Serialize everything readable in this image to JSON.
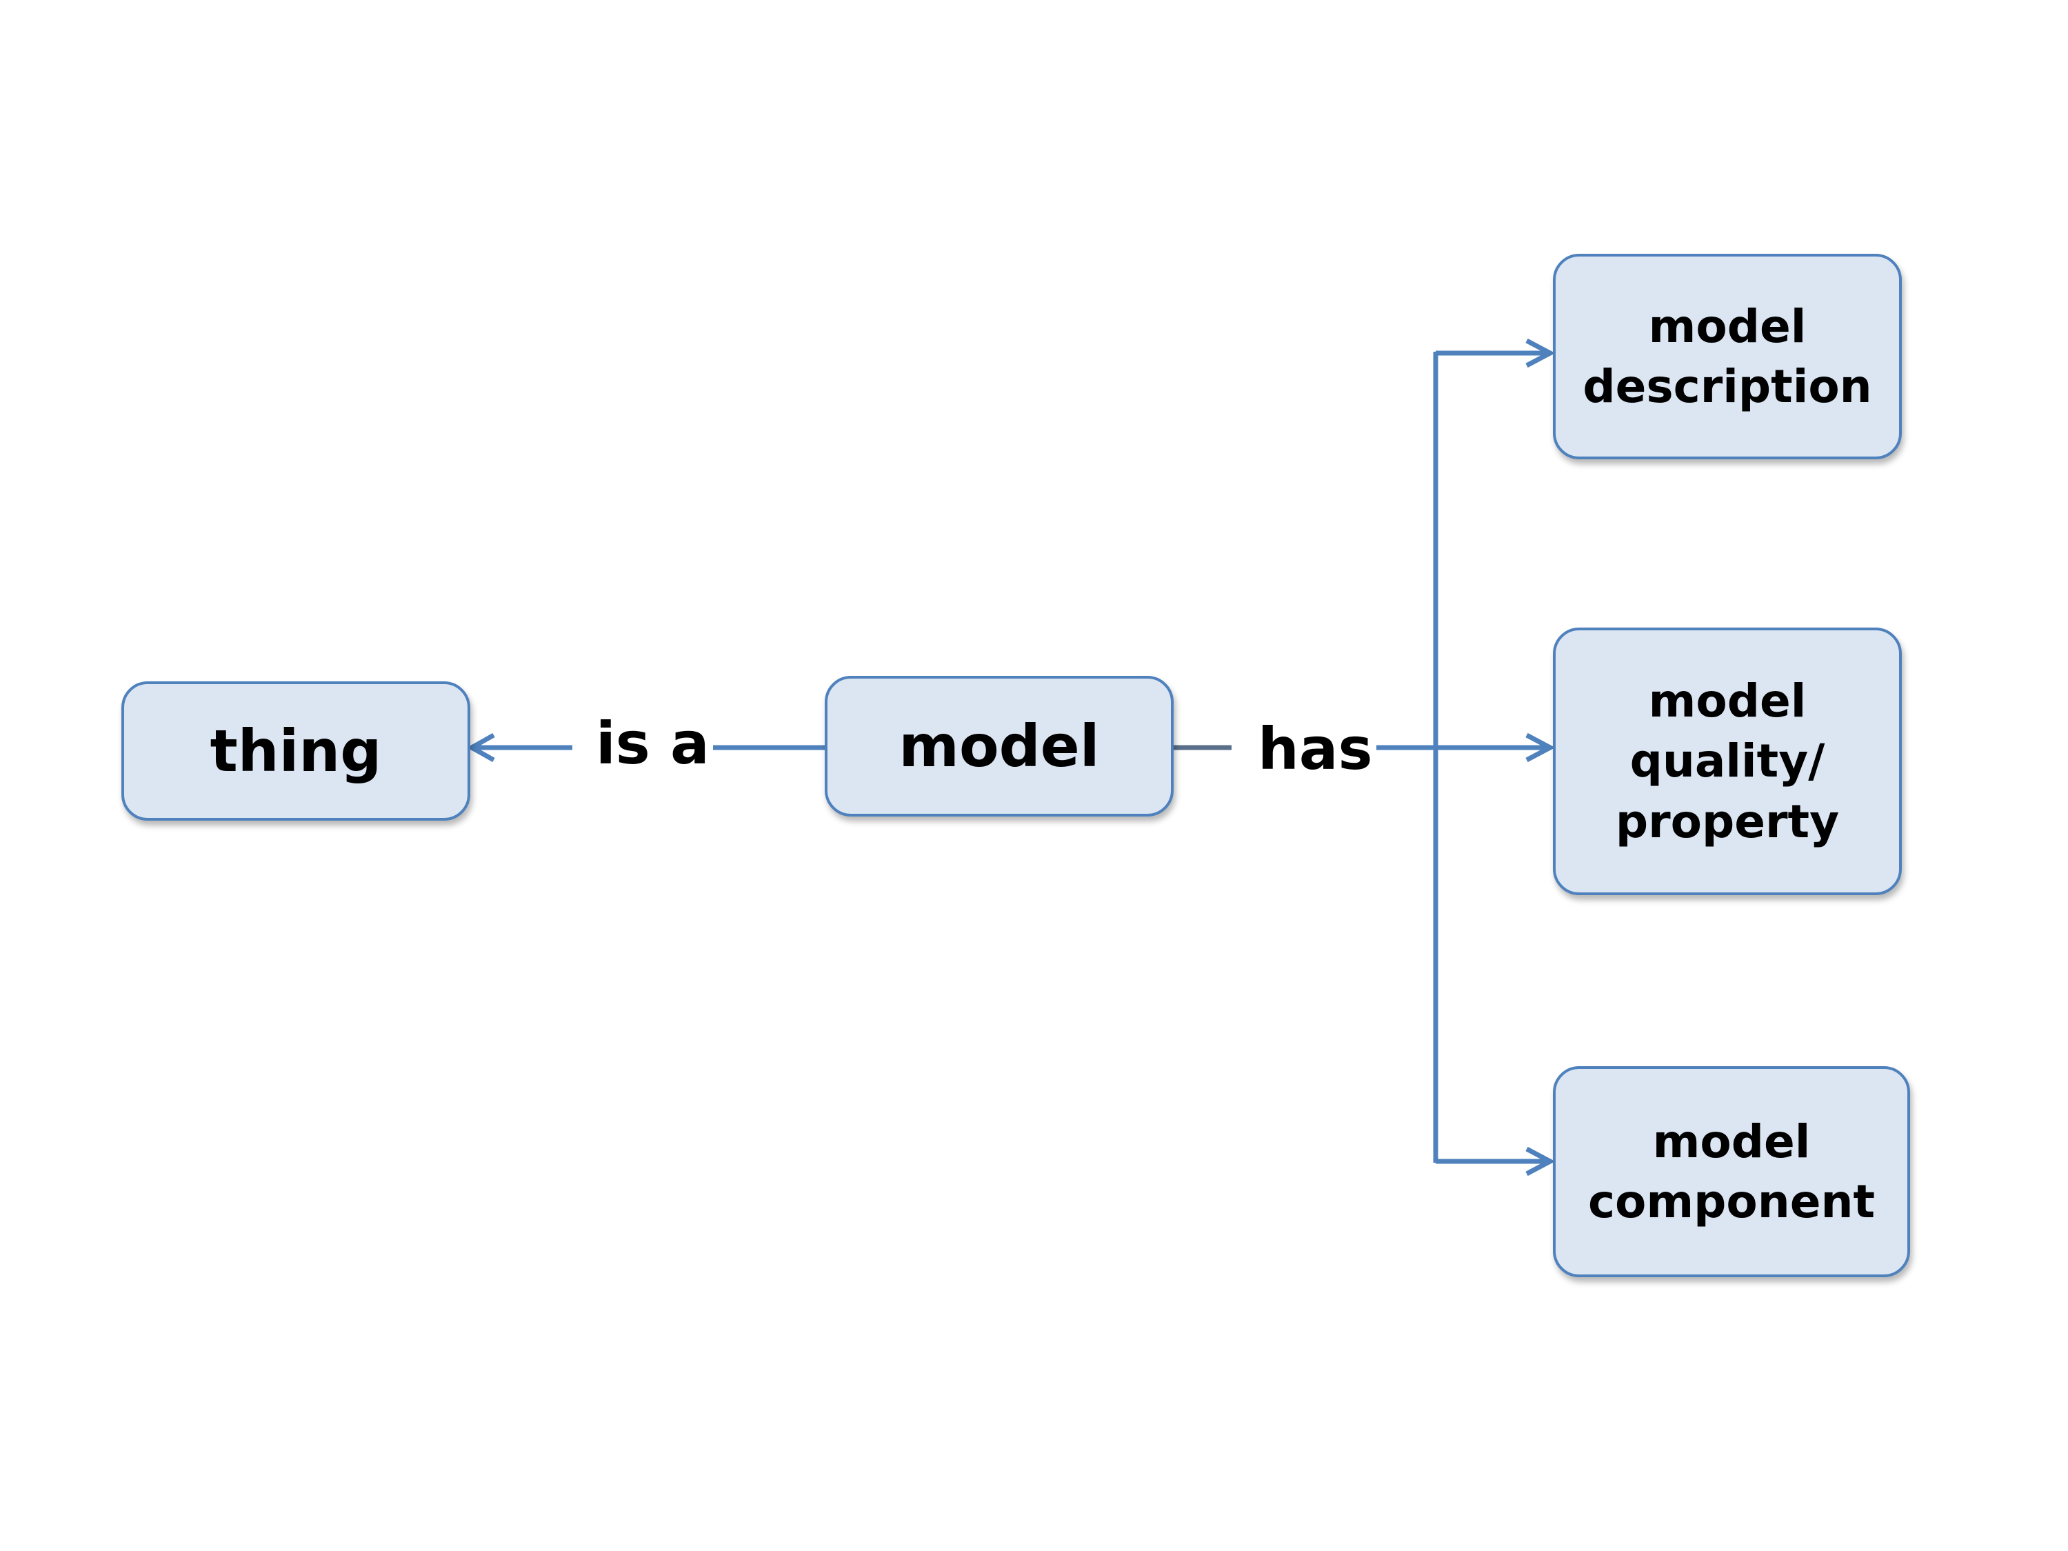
{
  "diagram": {
    "colors": {
      "node_fill": "#dce6f2",
      "node_border": "#4f81bd",
      "connector": "#4f81bd",
      "text": "#000000"
    },
    "nodes": {
      "thing": "thing",
      "model": "model",
      "description": "model\ndescription",
      "quality": "model\nquality/\nproperty",
      "component": "model\ncomponent"
    },
    "edges": {
      "is_a": "is a",
      "has": "has"
    }
  }
}
